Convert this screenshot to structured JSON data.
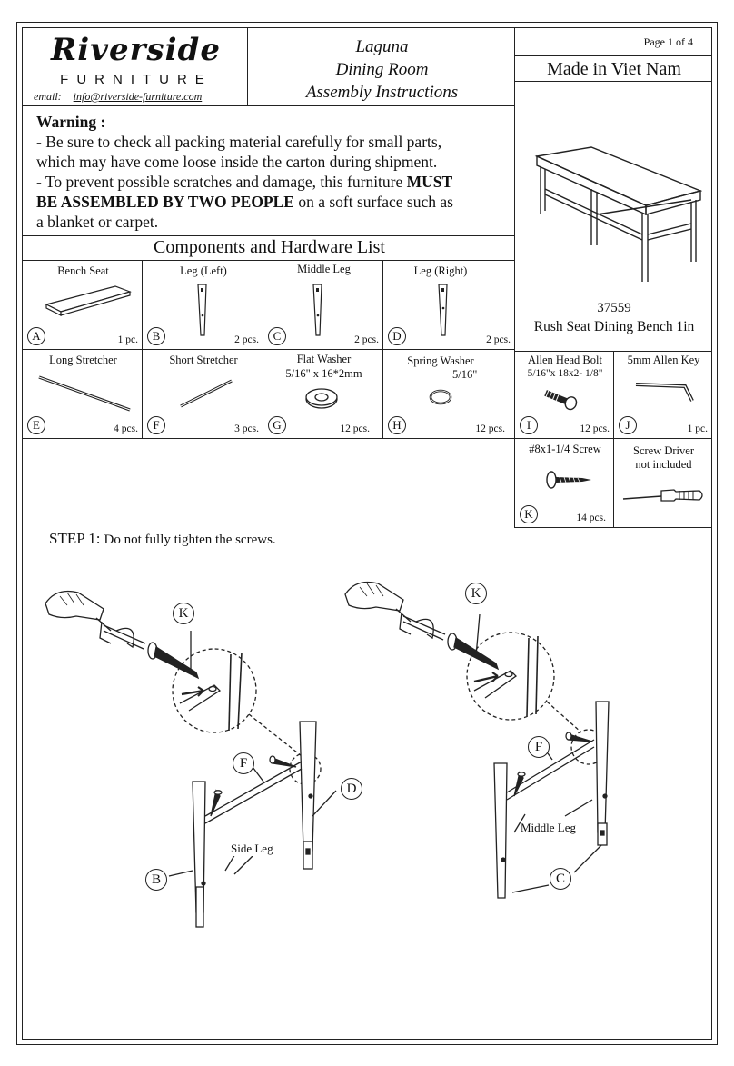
{
  "header": {
    "brand_script": "Riverside",
    "brand_sub": "FURNITURE",
    "email_label": "email:",
    "email_value": "info@riverside-furniture.com",
    "title_line1": "Laguna",
    "title_line2": "Dining Room",
    "title_line3": "Assembly Instructions",
    "page": "Page 1 of 4",
    "origin": "Made in Viet Nam"
  },
  "warning": {
    "heading": "Warning :",
    "line1": "- Be sure to check all packing material carefully for small parts,",
    "line2": "which may have come loose inside the carton during shipment.",
    "line3a": "- To prevent possible scratches and damage, this furniture ",
    "line3b": "MUST",
    "line4a": "BE ASSEMBLED BY TWO PEOPLE",
    "line4b": " on a soft surface such as",
    "line5": "a blanket or carpet."
  },
  "product": {
    "number": "37559",
    "name": "Rush Seat Dining Bench 1in"
  },
  "components_title": "Components and Hardware List",
  "parts": [
    {
      "letter": "A",
      "name": "Bench Seat",
      "name2": "",
      "qty": "1 pc."
    },
    {
      "letter": "B",
      "name": "Leg (Left)",
      "name2": "",
      "qty": "2 pcs."
    },
    {
      "letter": "C",
      "name": "Middle Leg",
      "name2": "",
      "qty": "2 pcs."
    },
    {
      "letter": "D",
      "name": "Leg (Right)",
      "name2": "",
      "qty": "2 pcs."
    },
    {
      "letter": "E",
      "name": "Long Stretcher",
      "name2": "",
      "qty": "4 pcs."
    },
    {
      "letter": "F",
      "name": "Short Stretcher",
      "name2": "",
      "qty": "3 pcs."
    },
    {
      "letter": "G",
      "name": "Flat Washer",
      "name2": "5/16\" x 16*2mm",
      "qty": "12 pcs."
    },
    {
      "letter": "H",
      "name": "Spring Washer",
      "name2": "5/16\"",
      "qty": "12 pcs."
    },
    {
      "letter": "I",
      "name": "Allen Head Bolt",
      "name2": "5/16\"x 18x2- 1/8\"",
      "qty": "12 pcs."
    },
    {
      "letter": "J",
      "name": "5mm Allen Key",
      "name2": "",
      "qty": "1 pc."
    },
    {
      "letter": "K",
      "name": "#8x1-1/4 Screw",
      "name2": "",
      "qty": "14 pcs."
    }
  ],
  "screwdriver": {
    "line1": "Screw Driver",
    "line2": "not included"
  },
  "step1": {
    "label": "STEP 1:",
    "text": "Do not fully tighten the screws."
  },
  "diagram_labels": {
    "k": "K",
    "f": "F",
    "d": "D",
    "b": "B",
    "c": "C",
    "side_leg": "Side Leg",
    "middle_leg": "Middle Leg"
  },
  "colors": {
    "ink": "#111111",
    "line": "#222222"
  }
}
